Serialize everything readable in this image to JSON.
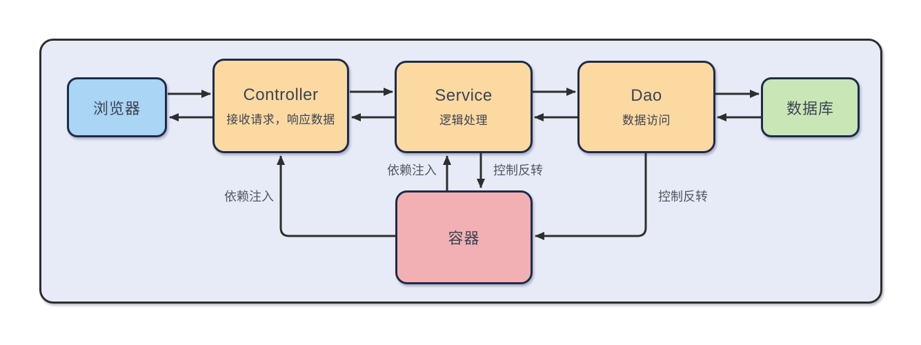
{
  "diagram": {
    "nodes": {
      "browser": {
        "label": "浏览器"
      },
      "controller": {
        "title": "Controller",
        "subtitle": "接收请求，响应数据"
      },
      "service": {
        "title": "Service",
        "subtitle": "逻辑处理"
      },
      "dao": {
        "title": "Dao",
        "subtitle": "数据访问"
      },
      "database": {
        "label": "数据库"
      },
      "container": {
        "label": "容器"
      }
    },
    "edge_labels": {
      "di_controller": "依赖注入",
      "di_service": "依赖注入",
      "ioc_service": "控制反转",
      "ioc_dao": "控制反转"
    },
    "colors": {
      "page_bg": "#ffffff",
      "frame_fill": "#e7ebf7",
      "frame_border": "#2d2d2d",
      "node_border": "#1c2b4a",
      "browser_fill": "#aad5f4",
      "layer_fill": "#fcd9a1",
      "database_fill": "#c9e6b6",
      "container_fill": "#f2b0b4",
      "arrow": "#2e2e2e",
      "title_text": "#3c4454",
      "edge_label_text": "#53565e"
    }
  }
}
